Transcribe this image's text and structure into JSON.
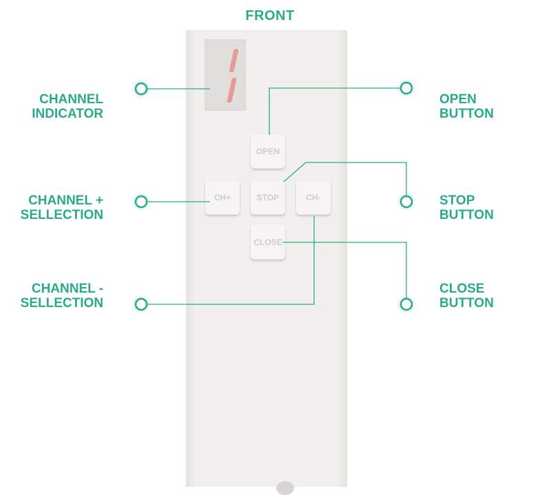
{
  "title": "FRONT",
  "colors": {
    "accent": "#2aaa8a",
    "line": "#2aaa8a",
    "remote_body": "#f1f0ed",
    "display_segment": "#e79a96"
  },
  "remote": {
    "display_digit": "1",
    "buttons": {
      "open": "OPEN",
      "stop": "STOP",
      "ch_plus": "CH+",
      "ch_minus": "CH-",
      "close": "CLOSE"
    }
  },
  "callouts": {
    "channel_indicator": [
      "CHANNEL",
      "INDICATOR"
    ],
    "channel_plus": [
      "CHANNEL +",
      "SELLECTION"
    ],
    "channel_minus": [
      "CHANNEL -",
      "SELLECTION"
    ],
    "open_button": [
      "OPEN",
      "BUTTON"
    ],
    "stop_button": [
      "STOP",
      "BUTTON"
    ],
    "close_button": [
      "CLOSE",
      "BUTTON"
    ]
  }
}
